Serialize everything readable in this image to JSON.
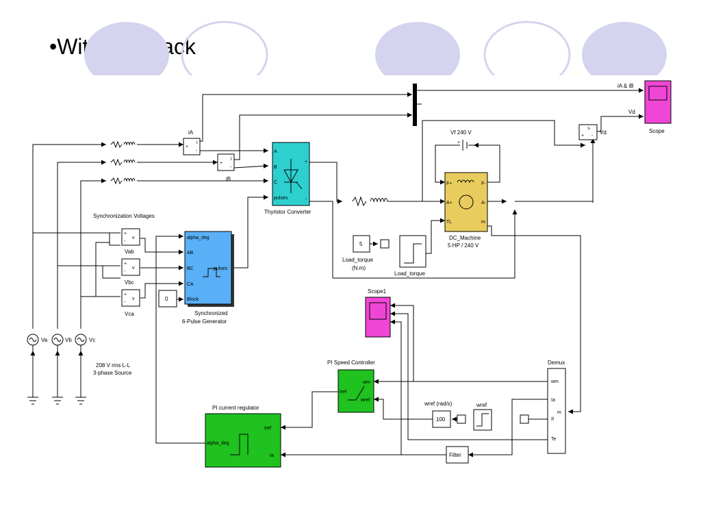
{
  "slide": {
    "title": "•With feedback"
  },
  "colors": {
    "circle": "#d4d4ee",
    "thyristor": "#2ecfcf",
    "dc_machine": "#e8cd5e",
    "generator": "#5ab0f6",
    "green_block": "#1fc21f",
    "scope": "#f046d6"
  },
  "signals": {
    "ia": "iA",
    "ib": "iB",
    "ia_ib": "iA & iB",
    "vd": "Vd"
  },
  "sources": {
    "label_line1": "208 V rms L-L",
    "label_line2": "3-phase Source",
    "va": "Va",
    "vb": "Vb",
    "vc": "Vc"
  },
  "sync": {
    "title": "Synchronization Voltages",
    "vab": "Vab",
    "vbc": "Vbc",
    "vca": "Vca",
    "vm_port": "v"
  },
  "generator": {
    "ports": [
      "alpha_deg",
      "AB",
      "BC",
      "CA",
      "Block"
    ],
    "output": "pulses",
    "label_line1": "Synchronized",
    "label_line2": "6-Pulse Generator",
    "block_const": "0"
  },
  "thyristor": {
    "ports": [
      "A",
      "B",
      "C",
      "pulses"
    ],
    "plus": "+",
    "minus": "-",
    "label": "Thyristor Converter"
  },
  "field": {
    "label": "Vf 240 V"
  },
  "dc_machine": {
    "ports_left": [
      "F+",
      "A+",
      "TL"
    ],
    "ports_right": [
      "F-",
      "A-",
      "m"
    ],
    "label_line1": "DC_Machine",
    "label_line2": "5 HP / 240 V"
  },
  "load": {
    "const": "5",
    "label_line1": "Load_torque",
    "label_line2": "(N.m)",
    "step_label": "Load_torque"
  },
  "scope": {
    "label": "Scope"
  },
  "scope1": {
    "label": "Scope1"
  },
  "sum_vd": {
    "plus": "+",
    "minus": "-",
    "mark": ">"
  },
  "pi_speed": {
    "title": "PI Speed Controller",
    "in1": "wm",
    "in2": "wref",
    "out": "Iref"
  },
  "pi_current": {
    "title": "PI current regulator",
    "in1": "Iref",
    "in2": "Ia",
    "out": "alpha_deg"
  },
  "wref": {
    "label": "wref (rad/s)",
    "const": "100",
    "step_label": "wref"
  },
  "filter": {
    "label": "Filter"
  },
  "demux": {
    "title": "Demux",
    "outputs": [
      "wm",
      "Ia",
      "If",
      "Te"
    ],
    "input": "m"
  },
  "meter": {
    "plus": "+",
    "minus": "-",
    "i": "i"
  }
}
